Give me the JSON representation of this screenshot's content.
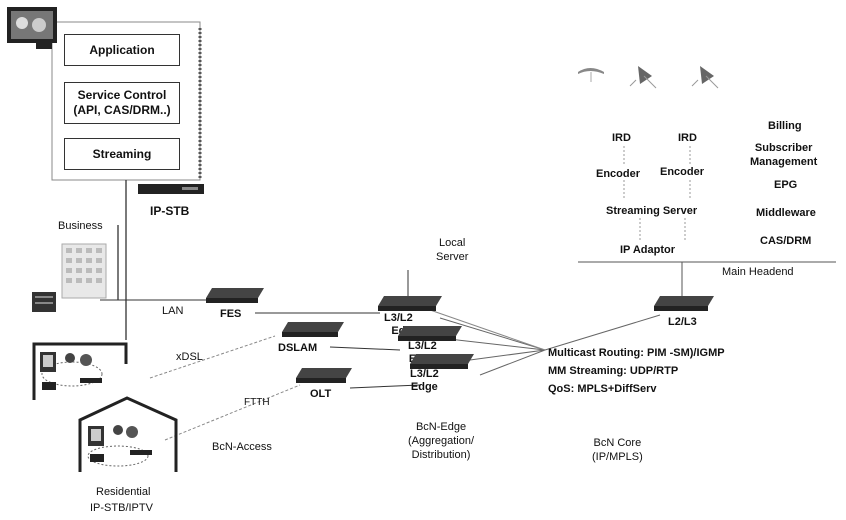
{
  "stack": {
    "application": "Application",
    "service_control_line1": "Service Control",
    "service_control_line2": "(API, CAS/DRM..)",
    "streaming": "Streaming",
    "ip_stb": "IP-STB"
  },
  "access": {
    "business": "Business",
    "lan": "LAN",
    "xdsl": "xDSL",
    "ftth": "FTTH",
    "bcn_access": "BcN-Access",
    "residential": "Residential",
    "ip_stb_iptv": "IP-STB/IPTV"
  },
  "nodes": {
    "fes": "FES",
    "dslam": "DSLAM",
    "olt": "OLT",
    "edge1_line1": "L3/L2",
    "edge1_line2": "Ed",
    "edge2_line1": "L3/L2",
    "edge2_line2": "Edge",
    "edge3_line1": "L3/L2",
    "edge3_line2": "Edge",
    "core": "L2/L3"
  },
  "edge_zone": {
    "local_server_line1": "Local",
    "local_server_line2": "Server",
    "label_line1": "BcN-Edge",
    "label_line2": "(Aggregation/",
    "label_line3": "Distribution)"
  },
  "core_zone": {
    "line1": "BcN Core",
    "line2": "(IP/MPLS)",
    "multicast": "Multicast Routing: PIM -SM)/IGMP",
    "mm_streaming": "MM Streaming: UDP/RTP",
    "qos": "QoS: MPLS+DiffServ"
  },
  "headend": {
    "ird_1": "IRD",
    "ird_2": "IRD",
    "encoder_1": "Encoder",
    "encoder_2": "Encoder",
    "streaming_server": "Streaming Server",
    "ip_adaptor": "IP Adaptor",
    "main_headend": "Main Headend",
    "billing": "Billing",
    "subscriber_line1": "Subscriber",
    "subscriber_line2": "Management",
    "epg": "EPG",
    "middleware": "Middleware",
    "cas_drm": "CAS/DRM"
  },
  "icons": [
    "tv-icon",
    "set-top-box-icon",
    "building-icon",
    "house-icon",
    "router-icon",
    "satellite-dish-icon"
  ]
}
